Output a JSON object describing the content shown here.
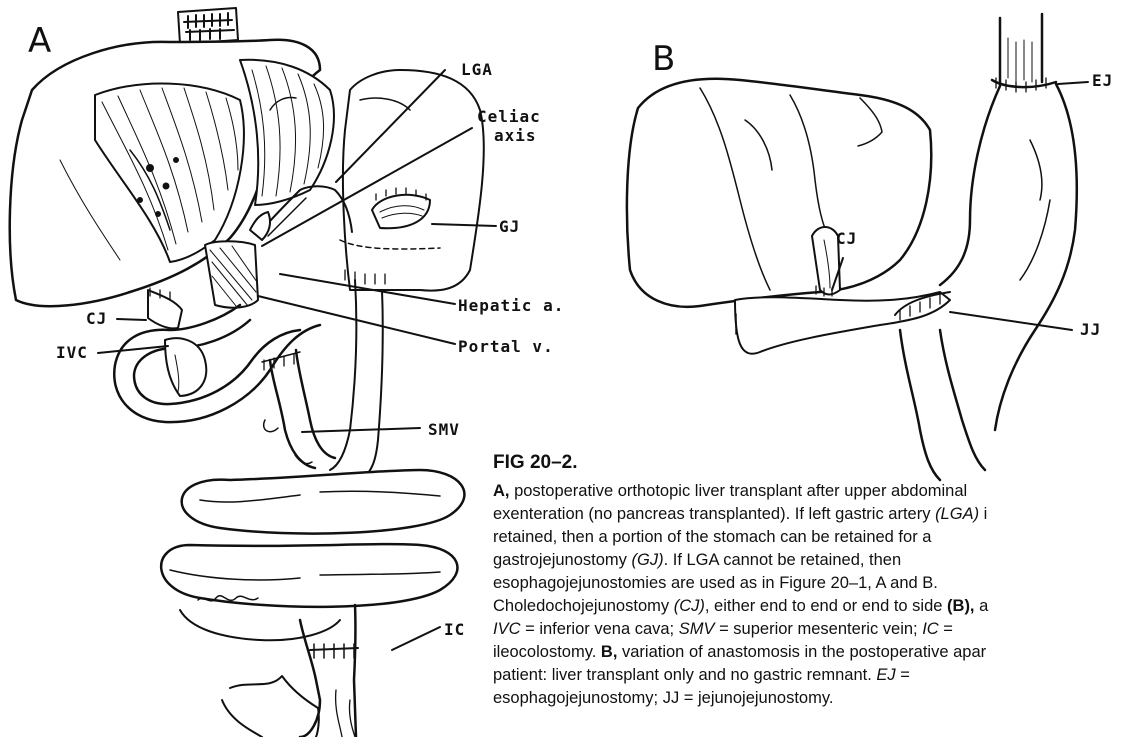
{
  "panels": {
    "a_letter": "A",
    "b_letter": "B"
  },
  "labels_a": {
    "lga": "LGA",
    "celiac_1": "Celiac",
    "celiac_2": "axis",
    "gj": "GJ",
    "cj": "CJ",
    "hepatic": "Hepatic a.",
    "ivc": "IVC",
    "portal": "Portal v.",
    "smv": "SMV",
    "ic": "IC"
  },
  "labels_b": {
    "ej": "EJ",
    "cj": "CJ",
    "jj": "JJ"
  },
  "caption": {
    "title": "FIG 20–2.",
    "l1_bold": "A,",
    "l1_text": " postoperative orthotopic liver transplant after upper abdominal",
    "l2_a": "exenteration (no pancreas transplanted). If left gastric artery ",
    "l2_i": "(LGA)",
    "l2_b": " i",
    "l3": "retained, then a portion of the stomach can be retained for a",
    "l4_a": "gastrojejunostomy ",
    "l4_i": "(GJ)",
    "l4_b": ". If LGA cannot be retained, then",
    "l5": "esophagojejunostomies are used as in Figure 20–1, A and B.",
    "l6_a": "Choledochojejunostomy ",
    "l6_i": "(CJ)",
    "l6_b": ", either end to end or end to side ",
    "l6_bold": "(B),",
    "l6_c": " a",
    "l7_i1": "IVC",
    "l7_a": " = inferior vena cava; ",
    "l7_i2": "SMV",
    "l7_b": " = superior mesenteric vein; ",
    "l7_i3": "IC",
    "l7_c": " =",
    "l8_a": "ileocolostomy. ",
    "l8_bold": "B,",
    "l8_b": " variation of anastomosis in the postoperative apar",
    "l9_a": "patient: liver transplant only and no gastric remnant. ",
    "l9_i": "EJ",
    "l9_b": " =",
    "l10": "esophagojejunostomy; JJ = jejunojejunostomy."
  }
}
